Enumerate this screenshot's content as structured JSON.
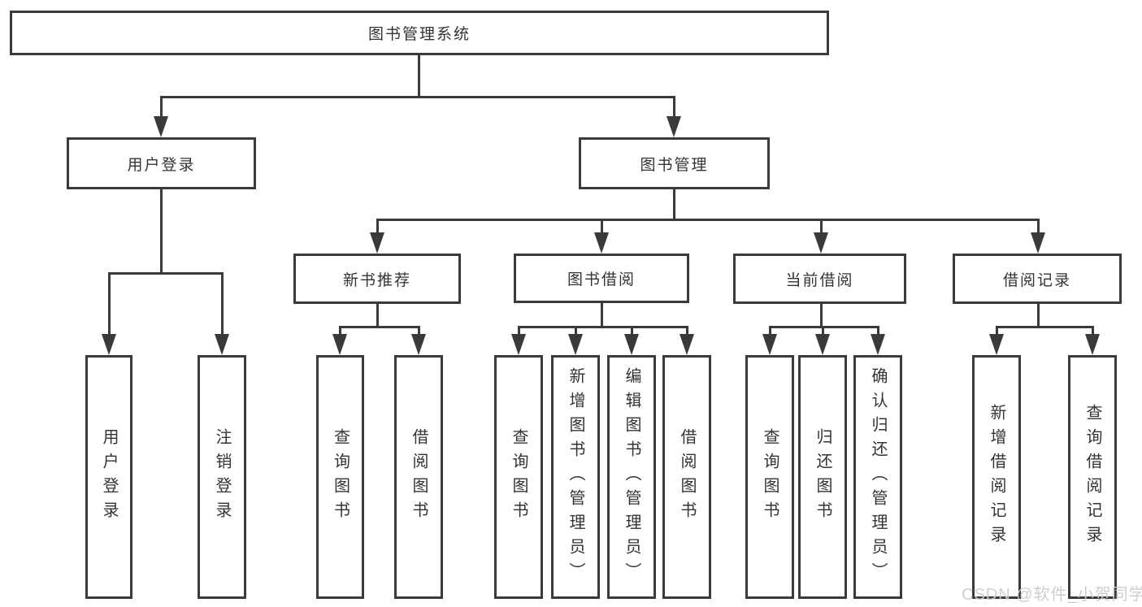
{
  "tree": {
    "root": "图书管理系统",
    "login": {
      "label": "用户登录",
      "children": [
        "用户登录",
        "注销登录"
      ]
    },
    "book_mgmt": {
      "label": "图书管理",
      "groups": {
        "new_book": {
          "label": "新书推荐",
          "children": [
            "查询图书",
            "借阅图书"
          ]
        },
        "book_borrow": {
          "label": "图书借阅",
          "children": [
            "查询图书",
            "新增图书（管理员）",
            "编辑图书（管理员）",
            "借阅图书"
          ]
        },
        "current_borrow": {
          "label": "当前借阅",
          "children": [
            "查询图书",
            "归还图书",
            "确认归还（管理员）"
          ]
        },
        "borrow_records": {
          "label": "借阅记录",
          "children": [
            "新增借阅记录",
            "查询借阅记录"
          ]
        }
      }
    }
  },
  "watermark": "CSDN @软件_小贺同学",
  "colors": {
    "line": "#3a3a3a",
    "text": "#333333",
    "background": "#ffffff",
    "watermark": "#cbcbcb"
  }
}
